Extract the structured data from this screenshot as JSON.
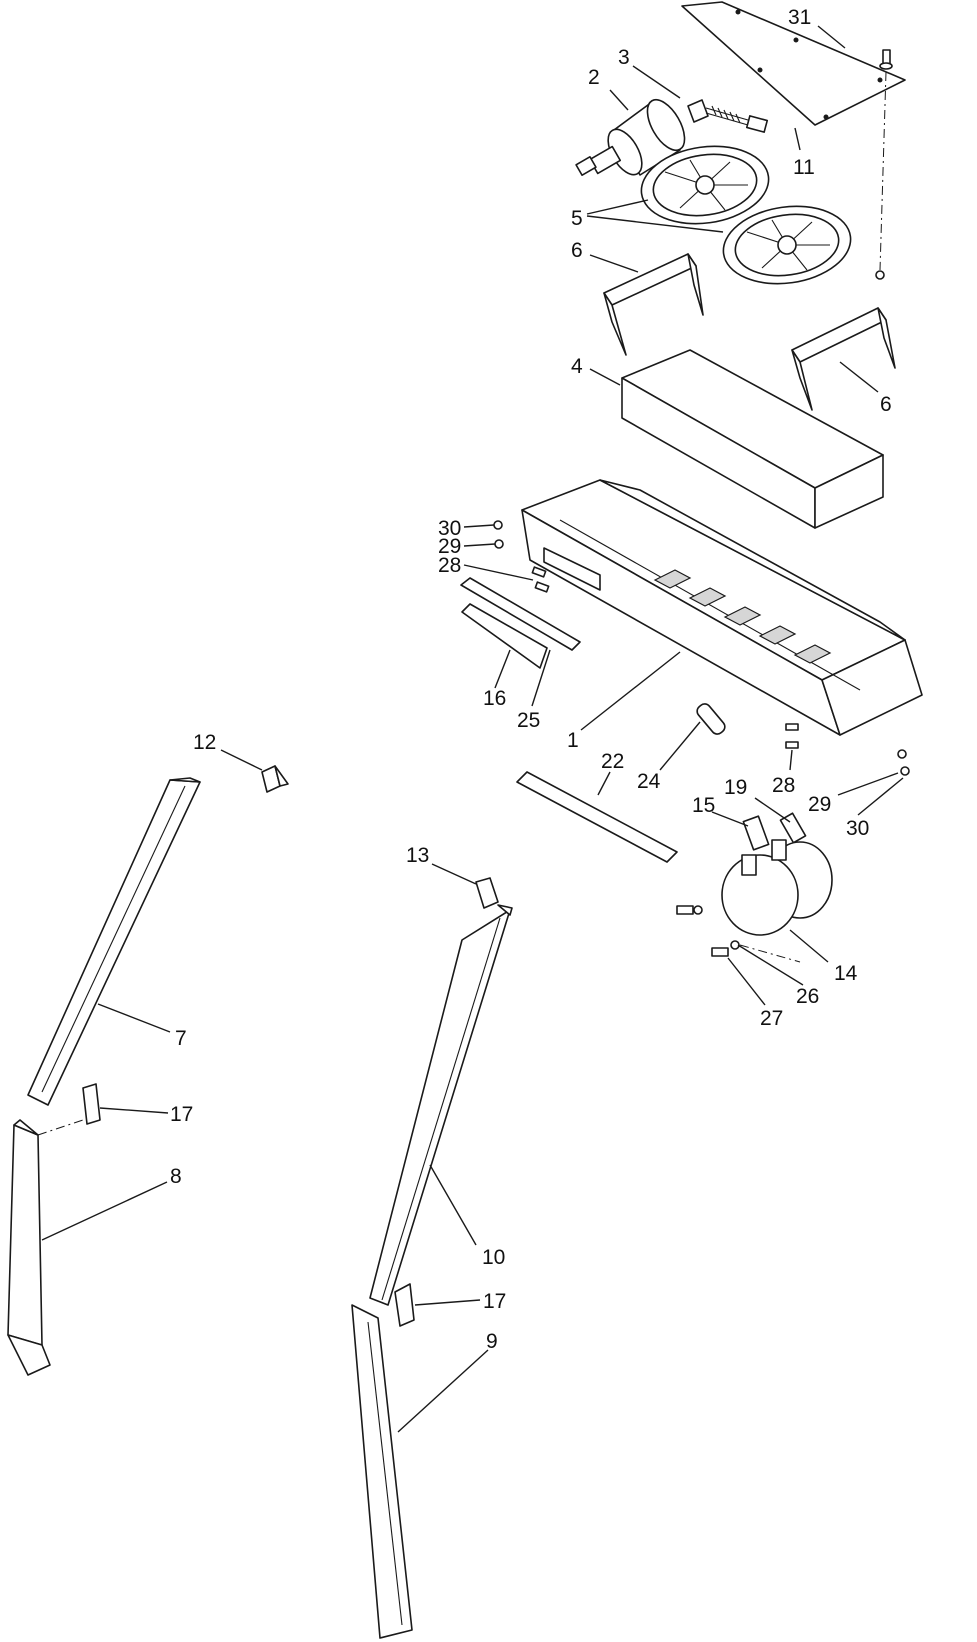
{
  "diagram": {
    "type": "exploded-parts-diagram",
    "callouts": [
      {
        "id": "c31",
        "label": "31"
      },
      {
        "id": "c2",
        "label": "2"
      },
      {
        "id": "c3",
        "label": "3"
      },
      {
        "id": "c11",
        "label": "11"
      },
      {
        "id": "c5",
        "label": "5"
      },
      {
        "id": "c6a",
        "label": "6"
      },
      {
        "id": "c6b",
        "label": "6"
      },
      {
        "id": "c4",
        "label": "4"
      },
      {
        "id": "c30a",
        "label": "30"
      },
      {
        "id": "c29a",
        "label": "29"
      },
      {
        "id": "c28a",
        "label": "28"
      },
      {
        "id": "c16",
        "label": "16"
      },
      {
        "id": "c25",
        "label": "25"
      },
      {
        "id": "c1",
        "label": "1"
      },
      {
        "id": "c12",
        "label": "12"
      },
      {
        "id": "c22",
        "label": "22"
      },
      {
        "id": "c24",
        "label": "24"
      },
      {
        "id": "c28b",
        "label": "28"
      },
      {
        "id": "c29b",
        "label": "29"
      },
      {
        "id": "c30b",
        "label": "30"
      },
      {
        "id": "c15",
        "label": "15"
      },
      {
        "id": "c19",
        "label": "19"
      },
      {
        "id": "c13",
        "label": "13"
      },
      {
        "id": "c14",
        "label": "14"
      },
      {
        "id": "c26",
        "label": "26"
      },
      {
        "id": "c27",
        "label": "27"
      },
      {
        "id": "c7",
        "label": "7"
      },
      {
        "id": "c17a",
        "label": "17"
      },
      {
        "id": "c8",
        "label": "8"
      },
      {
        "id": "c10",
        "label": "10"
      },
      {
        "id": "c17b",
        "label": "17"
      },
      {
        "id": "c9",
        "label": "9"
      }
    ]
  }
}
